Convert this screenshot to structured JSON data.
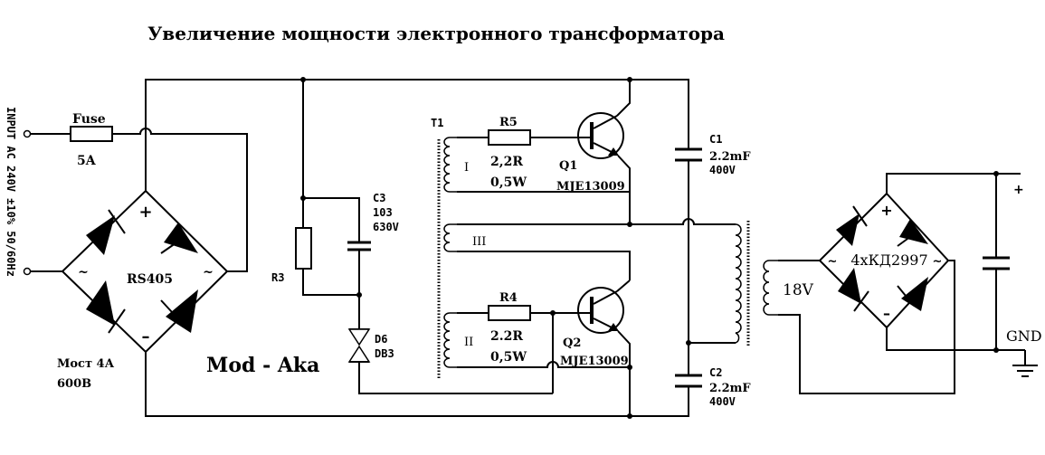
{
  "title": "Увеличение мощности электронного трансформатора",
  "input_label": "INPUT AC 240V ±10% 50/60Hz",
  "fuse": {
    "name": "Fuse",
    "rating": "5A"
  },
  "bridge1": {
    "name": "RS405",
    "plus": "+",
    "minus": "–",
    "ac": "~",
    "note1": "Мост 4А",
    "note2": "600В"
  },
  "mod_label": "Mod - Aka",
  "r3": {
    "name": "R3"
  },
  "c3": {
    "name": "C3",
    "value": "103",
    "voltage": "630V"
  },
  "d6": {
    "name": "D6",
    "type": "DB3"
  },
  "t1": {
    "name": "T1",
    "w1": "I",
    "w2": "II",
    "w3": "III"
  },
  "r5": {
    "name": "R5",
    "value": "2,2R",
    "power": "0,5W"
  },
  "r4": {
    "name": "R4",
    "value": "2.2R",
    "power": "0,5W"
  },
  "q1": {
    "name": "Q1",
    "type": "MJE13009"
  },
  "q2": {
    "name": "Q2",
    "type": "MJE13009"
  },
  "c1": {
    "name": "C1",
    "value": "2.2mF",
    "voltage": "400V"
  },
  "c2": {
    "name": "C2",
    "value": "2.2mF",
    "voltage": "400V"
  },
  "secondary": {
    "voltage": "18V"
  },
  "bridge2": {
    "name": "4хКД2997",
    "plus": "+",
    "minus": "–",
    "ac": "~"
  },
  "output": {
    "plus": "+",
    "gnd": "GND"
  }
}
